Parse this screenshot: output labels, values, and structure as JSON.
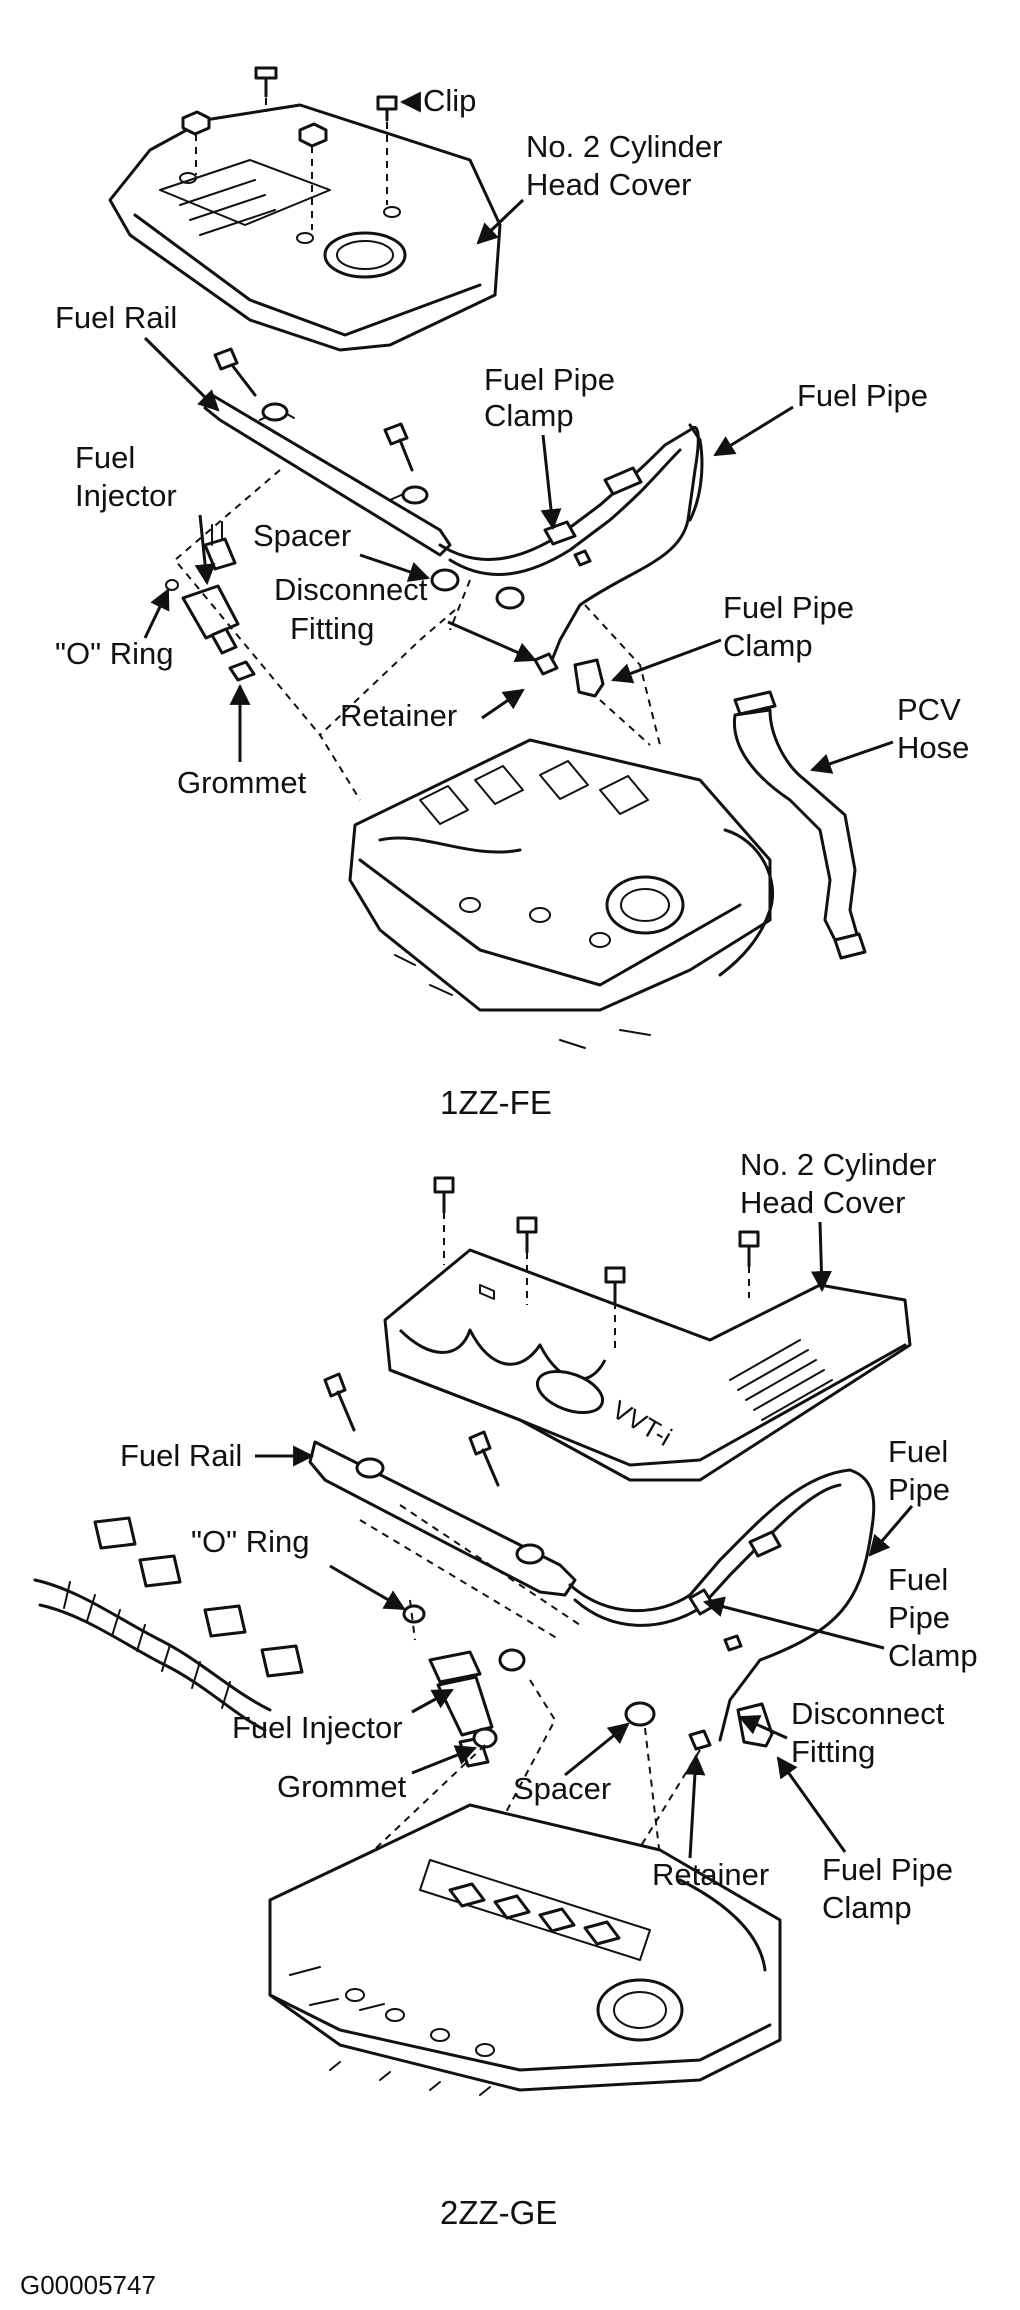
{
  "section_1zz": {
    "caption": "1ZZ-FE",
    "labels": {
      "clip": "Clip",
      "head_cover_l1": "No. 2 Cylinder",
      "head_cover_l2": "Head Cover",
      "fuel_rail": "Fuel Rail",
      "fuel_pipe_clamp_top_l1": "Fuel Pipe",
      "fuel_pipe_clamp_top_l2": "Clamp",
      "fuel_pipe": "Fuel Pipe",
      "fuel_injector_l1": "Fuel",
      "fuel_injector_l2": "Injector",
      "spacer": "Spacer",
      "disconnect_l1": "Disconnect",
      "disconnect_l2": "Fitting",
      "fuel_pipe_clamp_bot_l1": "Fuel Pipe",
      "fuel_pipe_clamp_bot_l2": "Clamp",
      "o_ring": "\"O\" Ring",
      "retainer": "Retainer",
      "pcv_l1": "PCV",
      "pcv_l2": "Hose",
      "grommet": "Grommet"
    }
  },
  "section_2zz": {
    "caption": "2ZZ-GE",
    "labels": {
      "head_cover_l1": "No. 2 Cylinder",
      "head_cover_l2": "Head Cover",
      "fuel_rail": "Fuel Rail",
      "fuel_pipe_l1": "Fuel",
      "fuel_pipe_l2": "Pipe",
      "o_ring": "\"O\" Ring",
      "fuel_pipe_clamp_l1": "Fuel",
      "fuel_pipe_clamp_l2": "Pipe",
      "fuel_pipe_clamp_l3": "Clamp",
      "fuel_injector": "Fuel Injector",
      "disconnect_l1": "Disconnect",
      "disconnect_l2": "Fitting",
      "grommet": "Grommet",
      "spacer": "Spacer",
      "retainer": "Retainer",
      "fuel_pipe_clamp_bot_l1": "Fuel Pipe",
      "fuel_pipe_clamp_bot_l2": "Clamp",
      "vvti_badge": "VVT-i"
    }
  },
  "figure_id": "G00005747"
}
